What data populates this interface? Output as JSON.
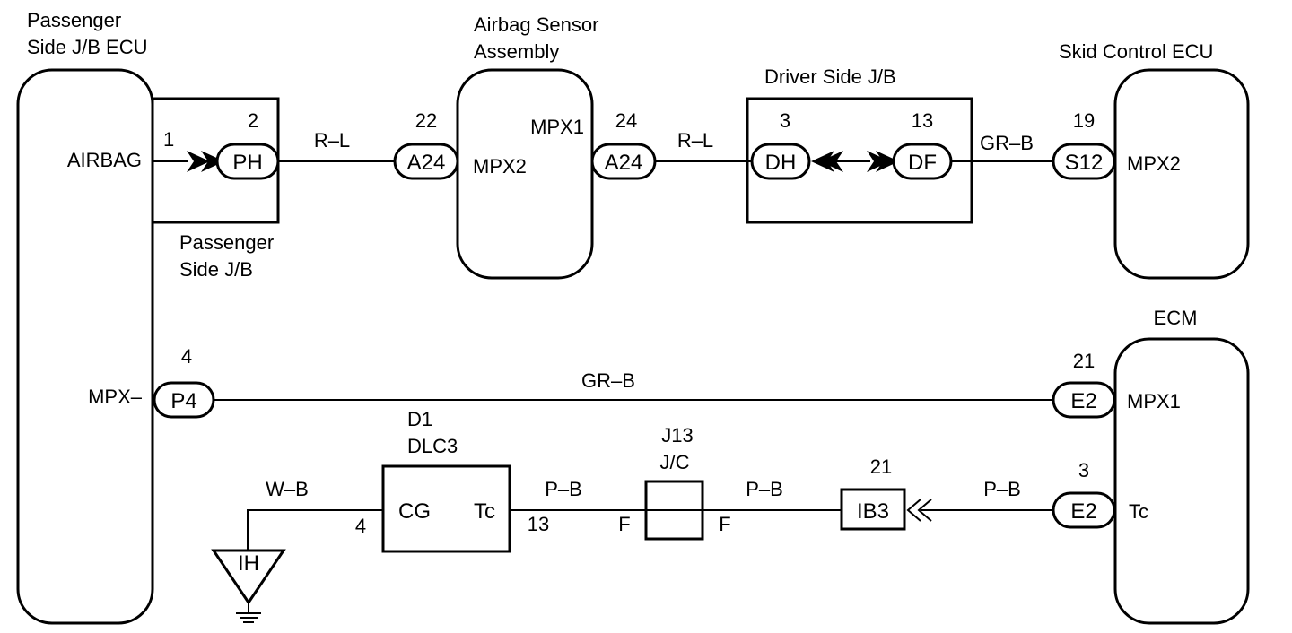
{
  "components": {
    "passenger_jb_ecu": {
      "label_line1": "Passenger",
      "label_line2": "Side J/B ECU",
      "terminal_airbag": "AIRBAG",
      "terminal_mpx": "MPX–"
    },
    "airbag_sensor": {
      "label_line1": "Airbag Sensor",
      "label_line2": "Assembly",
      "terminal_mpx1": "MPX1",
      "terminal_mpx2": "MPX2"
    },
    "driver_side_jb": {
      "label": "Driver Side J/B"
    },
    "skid_control_ecu": {
      "label": "Skid Control ECU",
      "terminal_mpx2": "MPX2"
    },
    "ecm": {
      "label": "ECM",
      "terminal_mpx1": "MPX1",
      "terminal_tc": "Tc"
    },
    "passenger_side_jb": {
      "label_line1": "Passenger",
      "label_line2": "Side J/B"
    },
    "dlc3": {
      "label_line1": "D1",
      "label_line2": "DLC3",
      "terminal_cg": "CG",
      "terminal_tc": "Tc"
    },
    "junction_connector": {
      "label_line1": "J13",
      "label_line2": "J/C",
      "pin_left": "F",
      "pin_right": "F"
    },
    "ground": {
      "label": "IH"
    }
  },
  "connectors": {
    "ph": "PH",
    "a24_in": "A24",
    "a24_out": "A24",
    "dh": "DH",
    "df": "DF",
    "s12": "S12",
    "p4": "P4",
    "e2_mpx": "E2",
    "e2_tc": "E2",
    "ib3": "IB3"
  },
  "pins": {
    "ph_airbag": "1",
    "ph": "2",
    "a24_in": "22",
    "a24_out": "24",
    "dh": "3",
    "df": "13",
    "s12": "19",
    "p4": "4",
    "e2_mpx": "21",
    "ib3": "21",
    "e2_tc": "3",
    "dlc3_cg": "4",
    "dlc3_tc": "13"
  },
  "wires": {
    "ph_to_a24": "R–L",
    "a24_to_dh": "R–L",
    "df_to_s12": "GR–B",
    "p4_to_e2": "GR–B",
    "ground_to_dlc3": "W–B",
    "dlc3_to_jc": "P–B",
    "jc_to_ib3": "P–B",
    "ib3_to_e2": "P–B"
  }
}
